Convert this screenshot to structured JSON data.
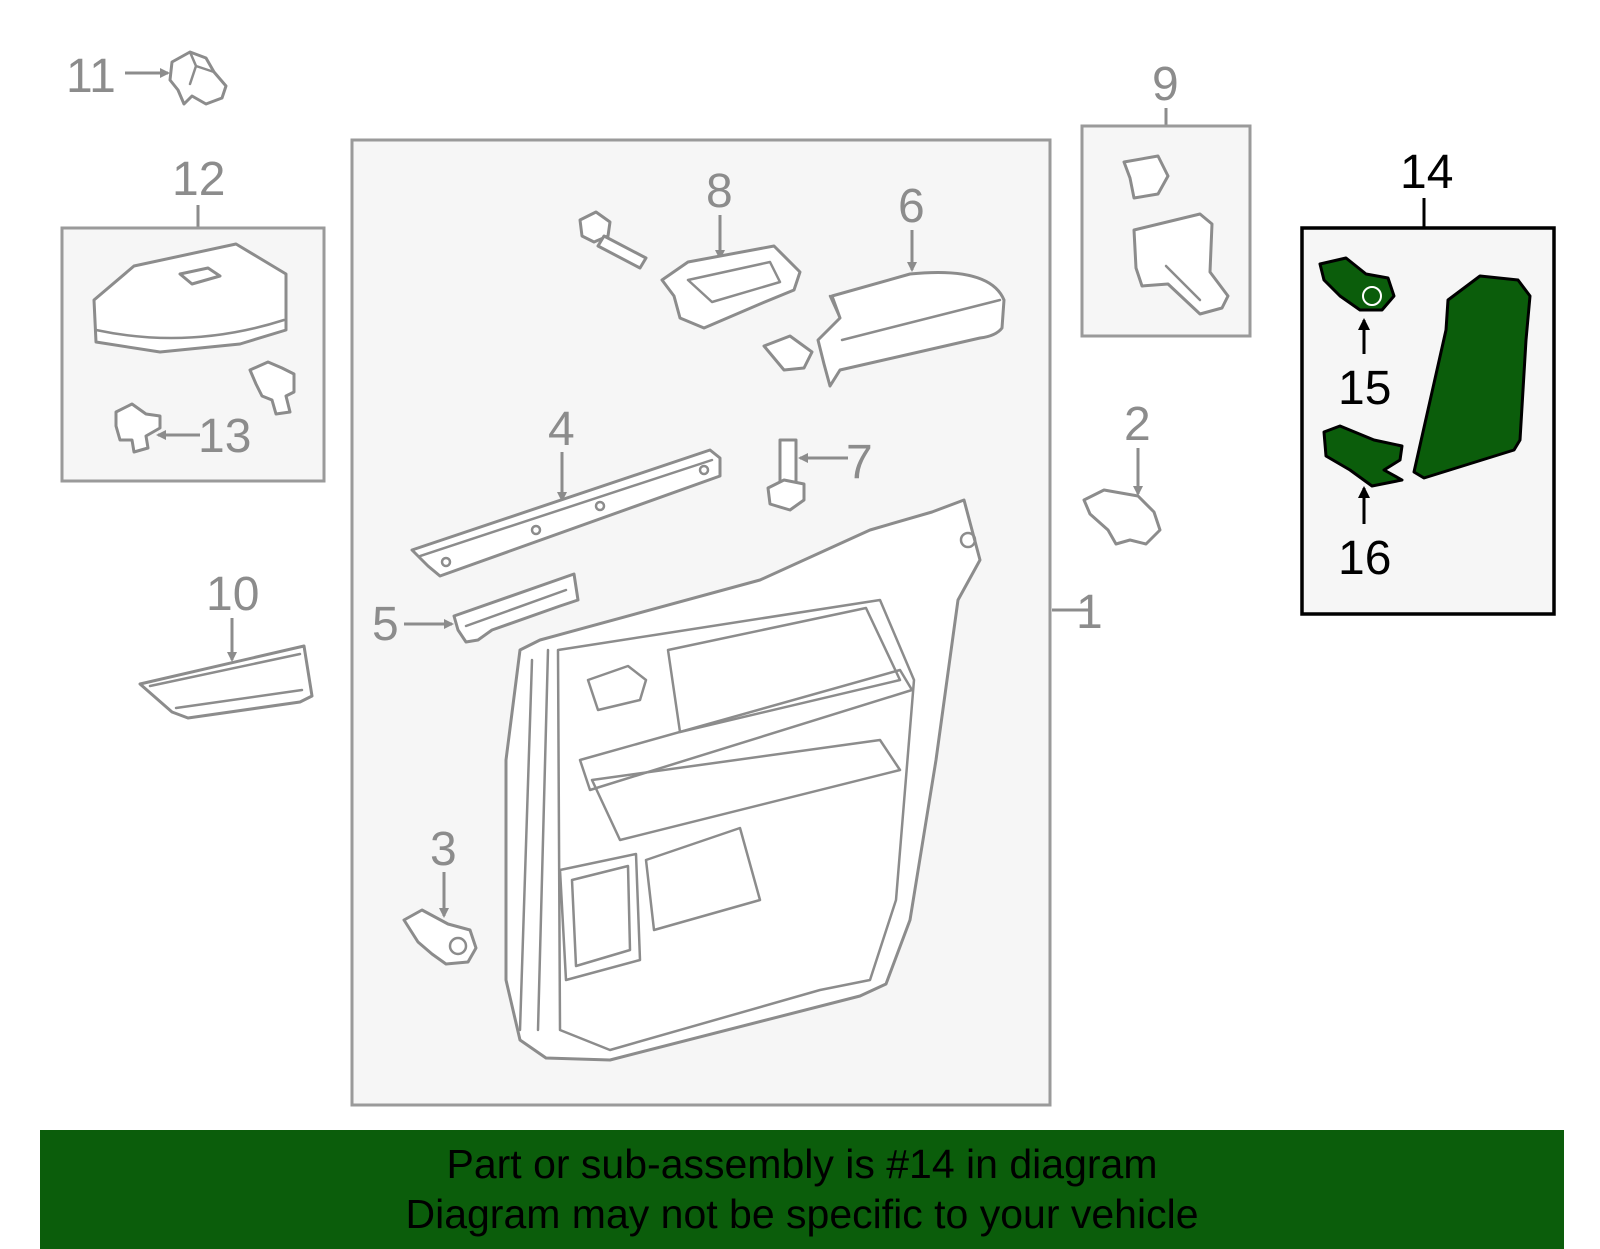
{
  "callouts": {
    "c1": "1",
    "c2": "2",
    "c3": "3",
    "c4": "4",
    "c5": "5",
    "c6": "6",
    "c7": "7",
    "c8": "8",
    "c9": "9",
    "c10": "10",
    "c11": "11",
    "c12": "12",
    "c13": "13",
    "c14": "14",
    "c15": "15",
    "c16": "16"
  },
  "highlighted_part": "14",
  "colors": {
    "highlight": "#0b5d0b",
    "parts_gray": "#8c8c8c",
    "box_fill": "#f6f6f6"
  },
  "banner": {
    "line1": "Part or sub-assembly is #14 in diagram",
    "line2": "Diagram may not be specific to your vehicle"
  }
}
